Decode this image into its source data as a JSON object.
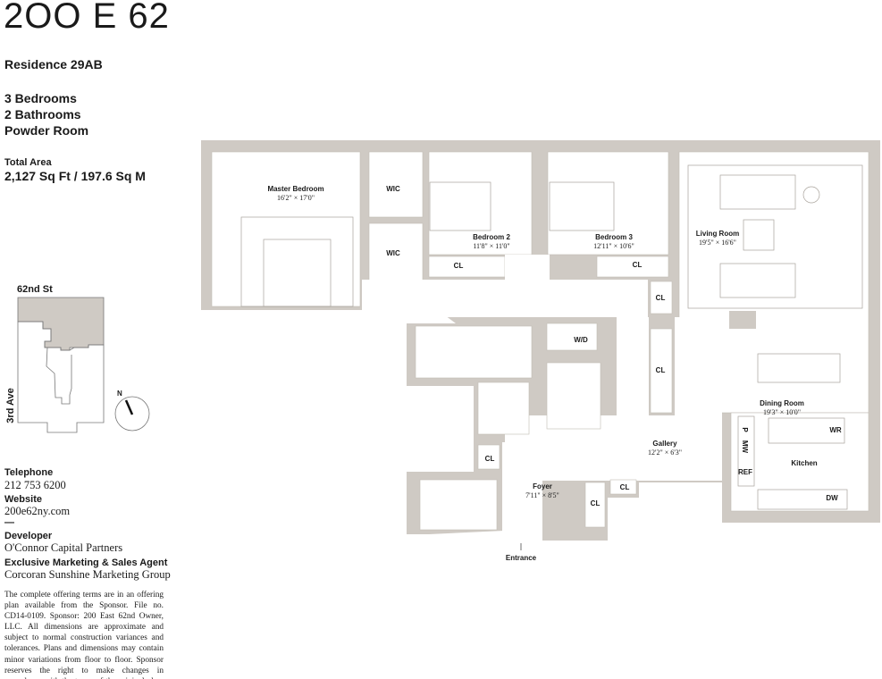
{
  "header": {
    "title": "2OO E 62",
    "residence": "Residence 29AB"
  },
  "specs": [
    "3 Bedrooms",
    "2 Bathrooms",
    "Powder Room"
  ],
  "area": {
    "label": "Total Area",
    "value": "2,127 Sq Ft / 197.6 Sq M"
  },
  "keyplan": {
    "street": "62nd St",
    "avenue": "3rd Ave",
    "north": "N"
  },
  "contact": {
    "telephone_label": "Telephone",
    "telephone": "212 753 6200",
    "website_label": "Website",
    "website": "200e62ny.com",
    "dash": "—",
    "developer_label": "Developer",
    "developer": "O'Connor Capital Partners",
    "agent_label": "Exclusive Marketing & Sales Agent",
    "agent": "Corcoran Sunshine Marketing Group"
  },
  "disclaimer": "The complete offering terms are in an offering plan available from the Sponsor. File no. CD14-0109. Sponsor: 200 East 62nd Owner, LLC. All dimensions are approximate and subject to normal construction variances and tolerances. Plans and dimensions may contain minor variations from floor to floor. Sponsor reserves the right to make changes in accordance with the terms of the original plan. Subject to availability. Equal Housing Opportunity.",
  "rooms": {
    "master": {
      "name": "Master Bedroom",
      "dim": "16'2\" × 17'0\""
    },
    "bed2": {
      "name": "Bedroom 2",
      "dim": "11'8\" × 11'0\""
    },
    "bed3": {
      "name": "Bedroom 3",
      "dim": "12'11\" × 10'6\""
    },
    "living": {
      "name": "Living Room",
      "dim": "19'5\" × 16'6\""
    },
    "dining": {
      "name": "Dining Room",
      "dim": "19'3\" × 10'0\""
    },
    "gallery": {
      "name": "Gallery",
      "dim": "12'2\" × 6'3\""
    },
    "foyer": {
      "name": "Foyer",
      "dim": "7'11\" × 8'5\""
    },
    "kitchen": {
      "name": "Kitchen"
    },
    "entrance": "Entrance",
    "wic": "WIC",
    "cl": "CL",
    "wd": "W/D",
    "wr": "WR",
    "mw": "MW",
    "p": "P",
    "ref": "REF",
    "dw": "DW"
  },
  "colors": {
    "wall": "#cfcac4",
    "line": "#b9b3ac"
  }
}
